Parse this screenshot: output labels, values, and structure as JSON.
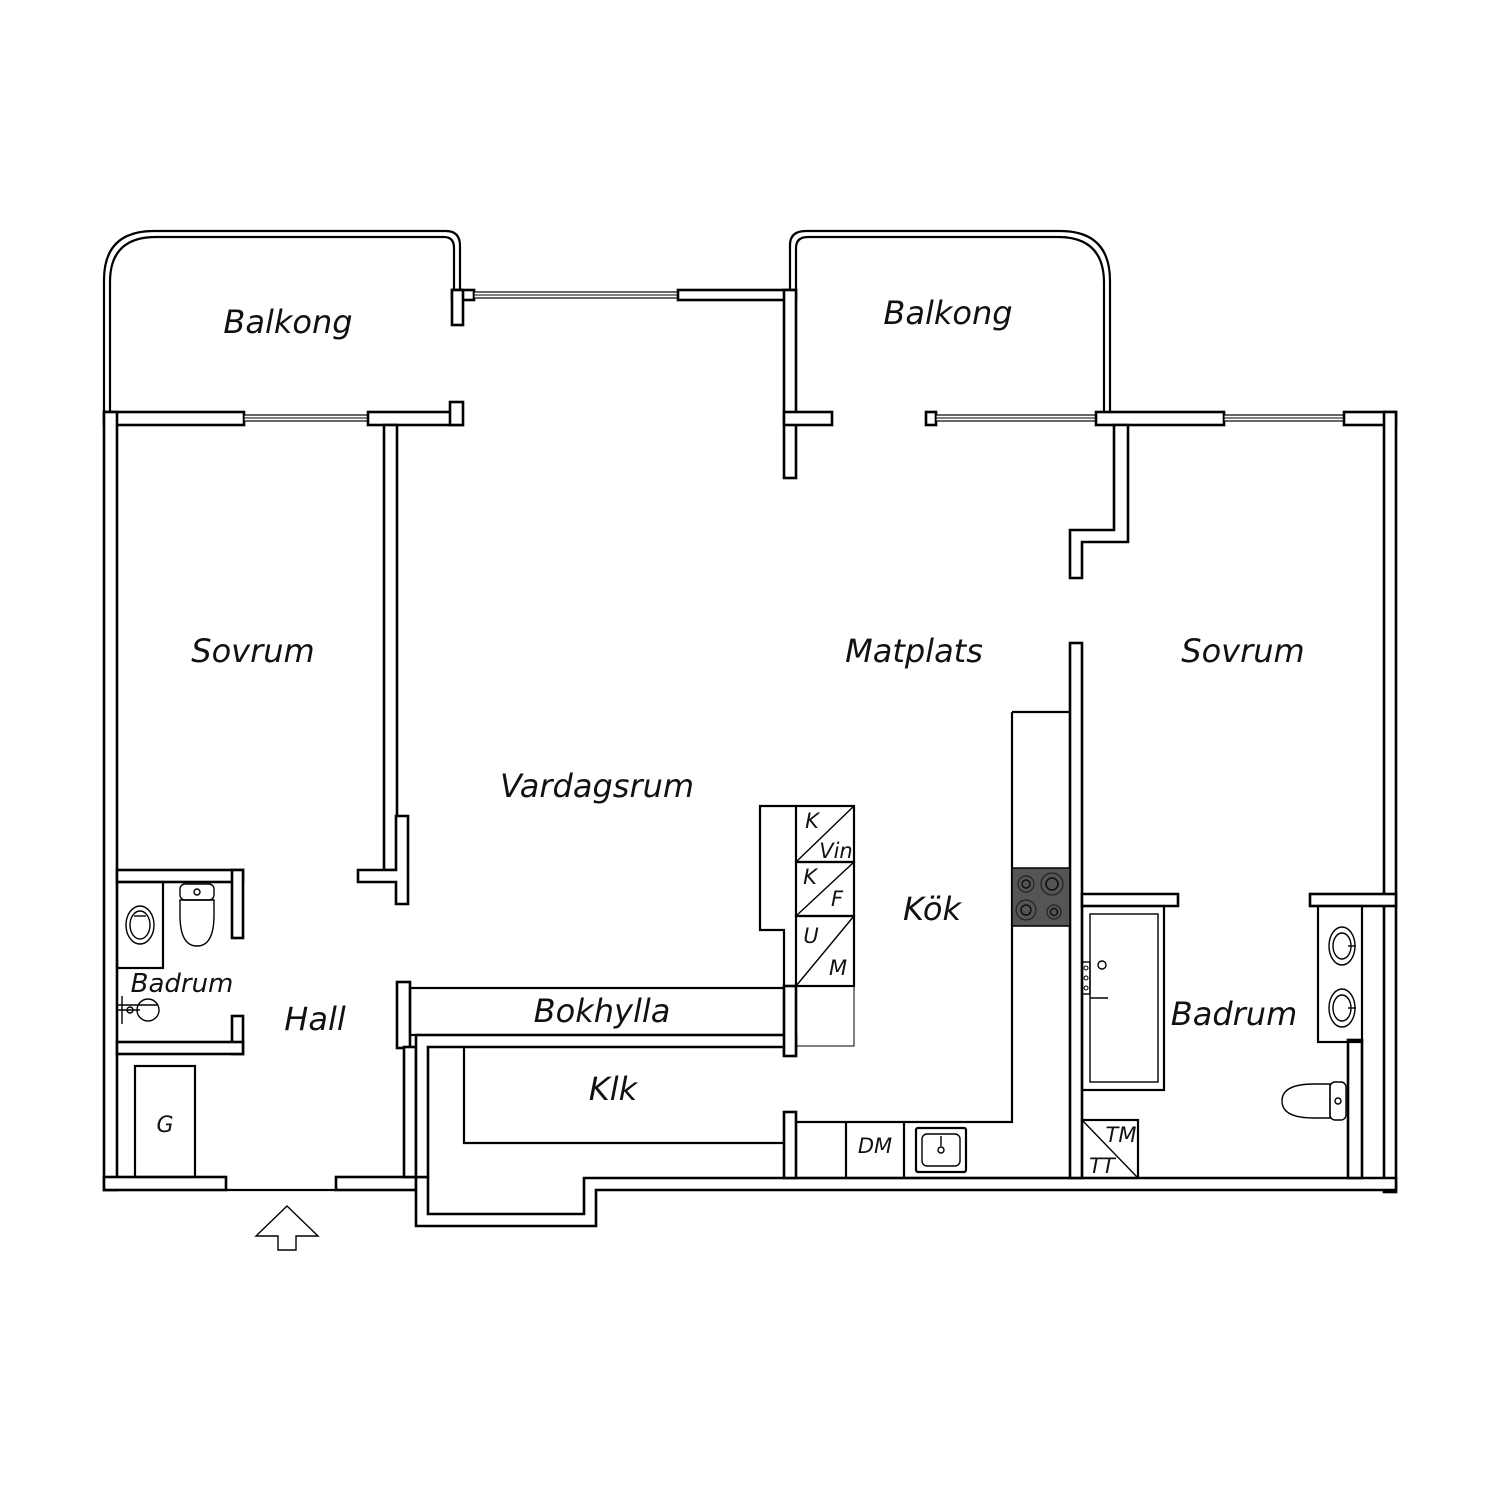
{
  "rooms": {
    "balkong_left": "Balkong",
    "balkong_right": "Balkong",
    "sovrum_left": "Sovrum",
    "sovrum_right": "Sovrum",
    "vardagsrum": "Vardagsrum",
    "matplats": "Matplats",
    "kok": "Kök",
    "badrum_left": "Badrum",
    "badrum_right": "Badrum",
    "hall": "Hall",
    "bokhylla": "Bokhylla",
    "klk": "Klk",
    "g": "G"
  },
  "appliances": {
    "k1": "K",
    "vin": "Vin",
    "k2": "K",
    "f": "F",
    "u": "U",
    "m": "M",
    "dm": "DM",
    "tm": "TM",
    "tt": "TT"
  }
}
